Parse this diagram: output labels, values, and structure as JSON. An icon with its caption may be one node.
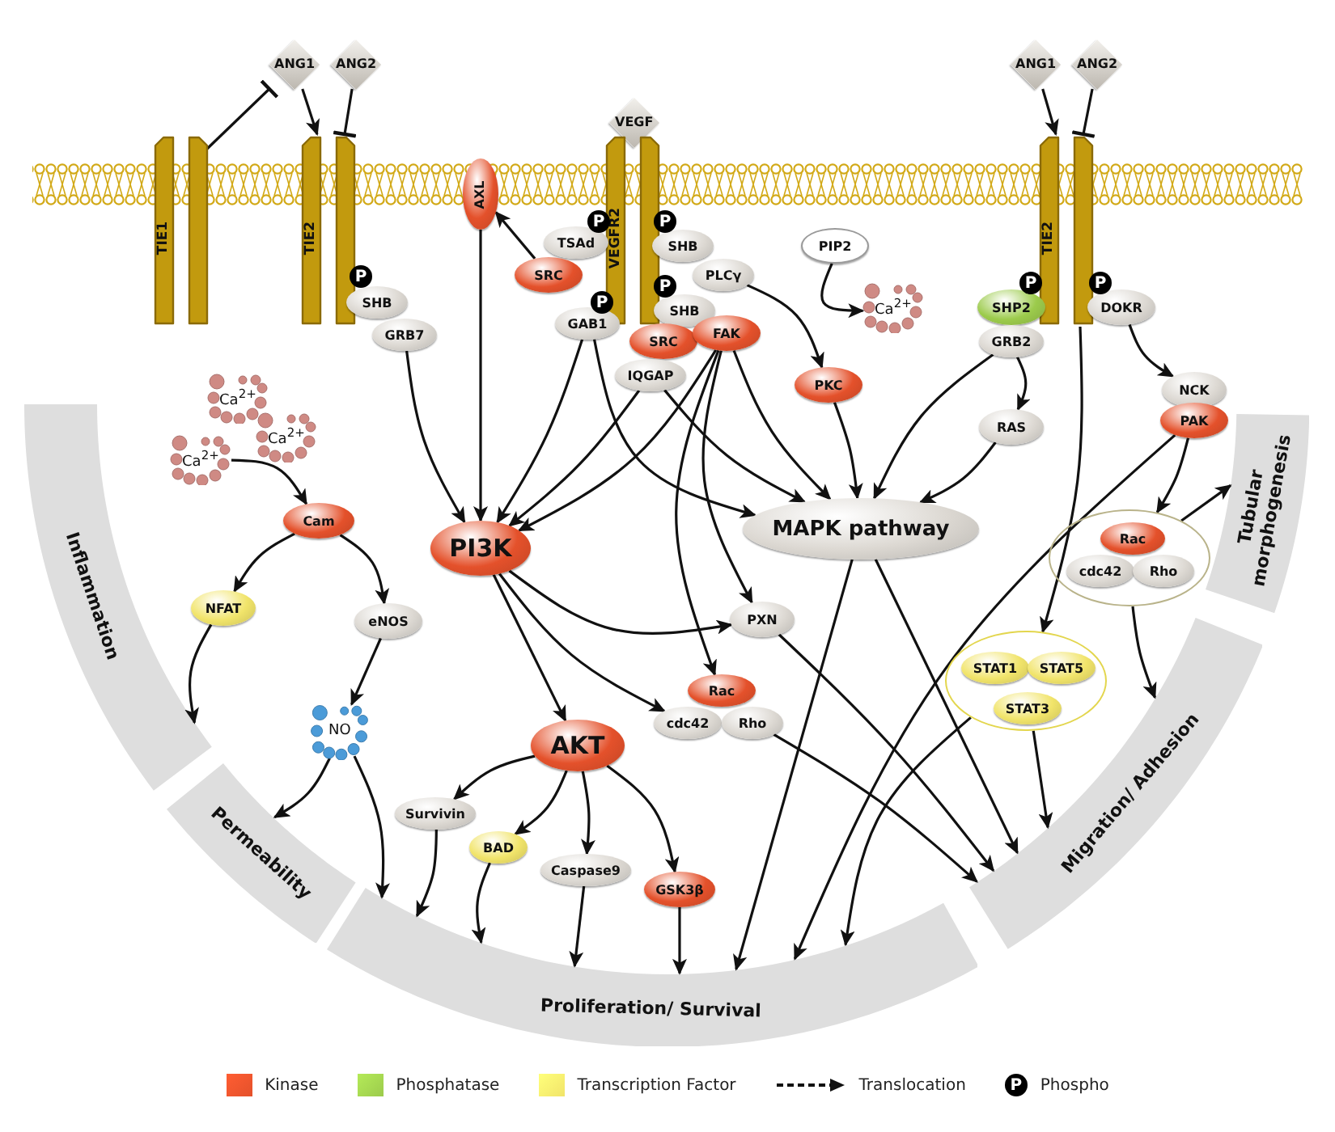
{
  "diagram": {
    "nodes": [
      {
        "text": [
          "ANG1"
        ]
      },
      {
        "text": [
          "ANG2"
        ]
      },
      {
        "text": [
          "TIE1"
        ]
      },
      {
        "text": [
          "TIE2"
        ]
      },
      {
        "text": [
          "AXL"
        ]
      },
      {
        "text": [
          "VEGF"
        ]
      },
      {
        "text": [
          "VEGFR2"
        ]
      },
      {
        "text": [
          "TIE2"
        ]
      },
      {
        "text": [
          "ANG1"
        ]
      },
      {
        "text": [
          "ANG2"
        ]
      },
      {
        "text": [
          "SHB"
        ],
        "beside": [
          "P"
        ]
      },
      {
        "text": [
          "GRB7"
        ]
      },
      {
        "text": [
          "TSAd"
        ],
        "beside": [
          "P"
        ]
      },
      {
        "text": [
          "SRC"
        ]
      },
      {
        "text": [
          "GAB1"
        ],
        "beside": [
          "P"
        ]
      },
      {
        "text": [
          "SHB"
        ],
        "beside": [
          "P"
        ]
      },
      {
        "text": [
          "PLCγ"
        ]
      },
      {
        "text": [
          "PIP2"
        ]
      },
      {
        "text": [
          "SHB"
        ],
        "beside": [
          "P"
        ]
      },
      {
        "text": [
          "SRC"
        ]
      },
      {
        "text": [
          "FAK"
        ]
      },
      {
        "text": [
          "IQGAP"
        ]
      },
      {
        "text": [
          "Ca$^{2+}$"
        ]
      },
      {
        "text": [
          "PKC"
        ]
      },
      {
        "text": [
          "SHP2"
        ],
        "beside": [
          "P"
        ]
      },
      {
        "text": [
          "GRB2"
        ]
      },
      {
        "text": [
          "DOKR"
        ],
        "beside": [
          "P"
        ]
      },
      {
        "text": [
          "RAS"
        ]
      },
      {
        "text": [
          "NCK"
        ]
      },
      {
        "text": [
          "PAK"
        ]
      },
      {
        "text": [
          "Ca$^{2+}$"
        ]
      },
      {
        "text": [
          "Ca$^{2+}$"
        ]
      },
      {
        "text": [
          "Ca$^{2+}$"
        ]
      },
      {
        "text": [
          "Cam"
        ]
      },
      {
        "text": [
          "NFAT"
        ]
      },
      {
        "text": [
          "eNOS"
        ]
      },
      {
        "text": [
          "NO"
        ]
      },
      {
        "text": [
          "PI3K"
        ]
      },
      {
        "text": [
          "MAPK pathway"
        ]
      },
      {
        "text": [
          "PXN"
        ]
      },
      {
        "text": [],
        "shape": "circle"
      },
      {
        "text": [
          "Rac"
        ],
        "in": 40
      },
      {
        "text": [
          "cdc42"
        ],
        "in": 40
      },
      {
        "text": [
          "Rho"
        ],
        "in": 40
      },
      {
        "text": [
          "Rac"
        ]
      },
      {
        "text": [
          "cdc42"
        ]
      },
      {
        "text": [
          "Rho"
        ]
      },
      {
        "text": [],
        "shape": "circle"
      },
      {
        "text": [
          "STAT1"
        ],
        "in": 47
      },
      {
        "text": [
          "STAT5"
        ],
        "in": 47
      },
      {
        "text": [
          "STAT3"
        ],
        "in": 47
      },
      {
        "text": [
          "AKT"
        ]
      },
      {
        "text": [
          "Survivin"
        ]
      },
      {
        "text": [
          "BAD"
        ]
      },
      {
        "text": [
          "Caspase9"
        ]
      },
      {
        "text": [
          "GSK3β"
        ]
      },
      {
        "text": [
          "Inflammation"
        ]
      },
      {
        "text": [
          "Permeability"
        ]
      },
      {
        "text": [
          "Proliferation/ Survival"
        ]
      },
      {
        "text": [
          "Migration/ Adhesion"
        ]
      },
      {
        "text": [
          "Tubular morphogenesis"
        ]
      }
    ],
    "edges": [
      {
        "from": 2,
        "to": 0,
        "arrow": "other"
      },
      {
        "from": 0,
        "to": 3,
        "arrow": "to"
      },
      {
        "from": 1,
        "to": 3,
        "arrow": "other"
      },
      {
        "from": 8,
        "to": 7,
        "arrow": "to"
      },
      {
        "from": 9,
        "to": 7,
        "arrow": "other"
      },
      {
        "from": 13,
        "to": 4,
        "arrow": "to"
      },
      {
        "from": 4,
        "to": 37,
        "arrow": "to"
      },
      {
        "from": 11,
        "to": 37,
        "arrow": "to"
      },
      {
        "from": 14,
        "to": 37,
        "arrow": "to"
      },
      {
        "from": 14,
        "to": 38,
        "arrow": "to"
      },
      {
        "from": 21,
        "to": 37,
        "arrow": "to"
      },
      {
        "from": 21,
        "to": 38,
        "arrow": "to"
      },
      {
        "from": 20,
        "to": 37,
        "arrow": "to"
      },
      {
        "from": 20,
        "to": 38,
        "arrow": "to"
      },
      {
        "from": 20,
        "to": 39,
        "arrow": "to"
      },
      {
        "from": 20,
        "to": 44,
        "arrow": "to"
      },
      {
        "from": 17,
        "to": 22,
        "arrow": "to"
      },
      {
        "from": 16,
        "to": 23,
        "arrow": "to"
      },
      {
        "from": 23,
        "to": 38,
        "arrow": "to"
      },
      {
        "from": 25,
        "to": 38,
        "arrow": "to"
      },
      {
        "from": 25,
        "to": 27,
        "arrow": "to"
      },
      {
        "from": 27,
        "to": 38,
        "arrow": "to"
      },
      {
        "from": 7,
        "to": 47,
        "arrow": "to"
      },
      {
        "from": 26,
        "to": 28,
        "arrow": "to"
      },
      {
        "from": 29,
        "to": 40,
        "arrow": "to"
      },
      {
        "from": 29,
        "to": 58,
        "arrow": "to"
      },
      {
        "from": 40,
        "to": 60,
        "arrow": "to"
      },
      {
        "from": 40,
        "to": 59,
        "arrow": "to"
      },
      {
        "from": 32,
        "to": 33,
        "arrow": "to"
      },
      {
        "from": 33,
        "to": 34,
        "arrow": "to"
      },
      {
        "from": 33,
        "to": 35,
        "arrow": "to"
      },
      {
        "from": 34,
        "to": 56,
        "arrow": "to"
      },
      {
        "from": 35,
        "to": 36,
        "arrow": "to"
      },
      {
        "from": 36,
        "to": 57,
        "arrow": "to"
      },
      {
        "from": 36,
        "to": 58,
        "arrow": "to"
      },
      {
        "from": 37,
        "to": 51,
        "arrow": "to"
      },
      {
        "from": 37,
        "to": 45,
        "arrow": "to"
      },
      {
        "from": 37,
        "to": 39,
        "arrow": "to"
      },
      {
        "from": 51,
        "to": 52,
        "arrow": "to"
      },
      {
        "from": 51,
        "to": 53,
        "arrow": "to"
      },
      {
        "from": 51,
        "to": 54,
        "arrow": "to"
      },
      {
        "from": 51,
        "to": 55,
        "arrow": "to"
      },
      {
        "from": 52,
        "to": 58,
        "arrow": "to"
      },
      {
        "from": 53,
        "to": 58,
        "arrow": "to"
      },
      {
        "from": 54,
        "to": 58,
        "arrow": "to"
      },
      {
        "from": 55,
        "to": 58,
        "arrow": "to"
      },
      {
        "from": 38,
        "to": 58,
        "arrow": "to"
      },
      {
        "from": 38,
        "to": 59,
        "arrow": "to"
      },
      {
        "from": 39,
        "to": 59,
        "arrow": "to"
      },
      {
        "from": 46,
        "to": 59,
        "arrow": "to"
      },
      {
        "from": 47,
        "to": 59,
        "arrow": "to"
      },
      {
        "from": 47,
        "to": 58,
        "arrow": "to"
      }
    ],
    "labels": [
      "P"
    ],
    "legend": [
      {
        "text": "Kinase",
        "color": "#e4512b"
      },
      {
        "text": "Phosphatase",
        "color": "#9ccb4c"
      },
      {
        "text": "Transcription Factor",
        "color": "#f1e46a"
      },
      {
        "text": "Translocation"
      },
      {
        "text": "Phospho"
      }
    ]
  }
}
